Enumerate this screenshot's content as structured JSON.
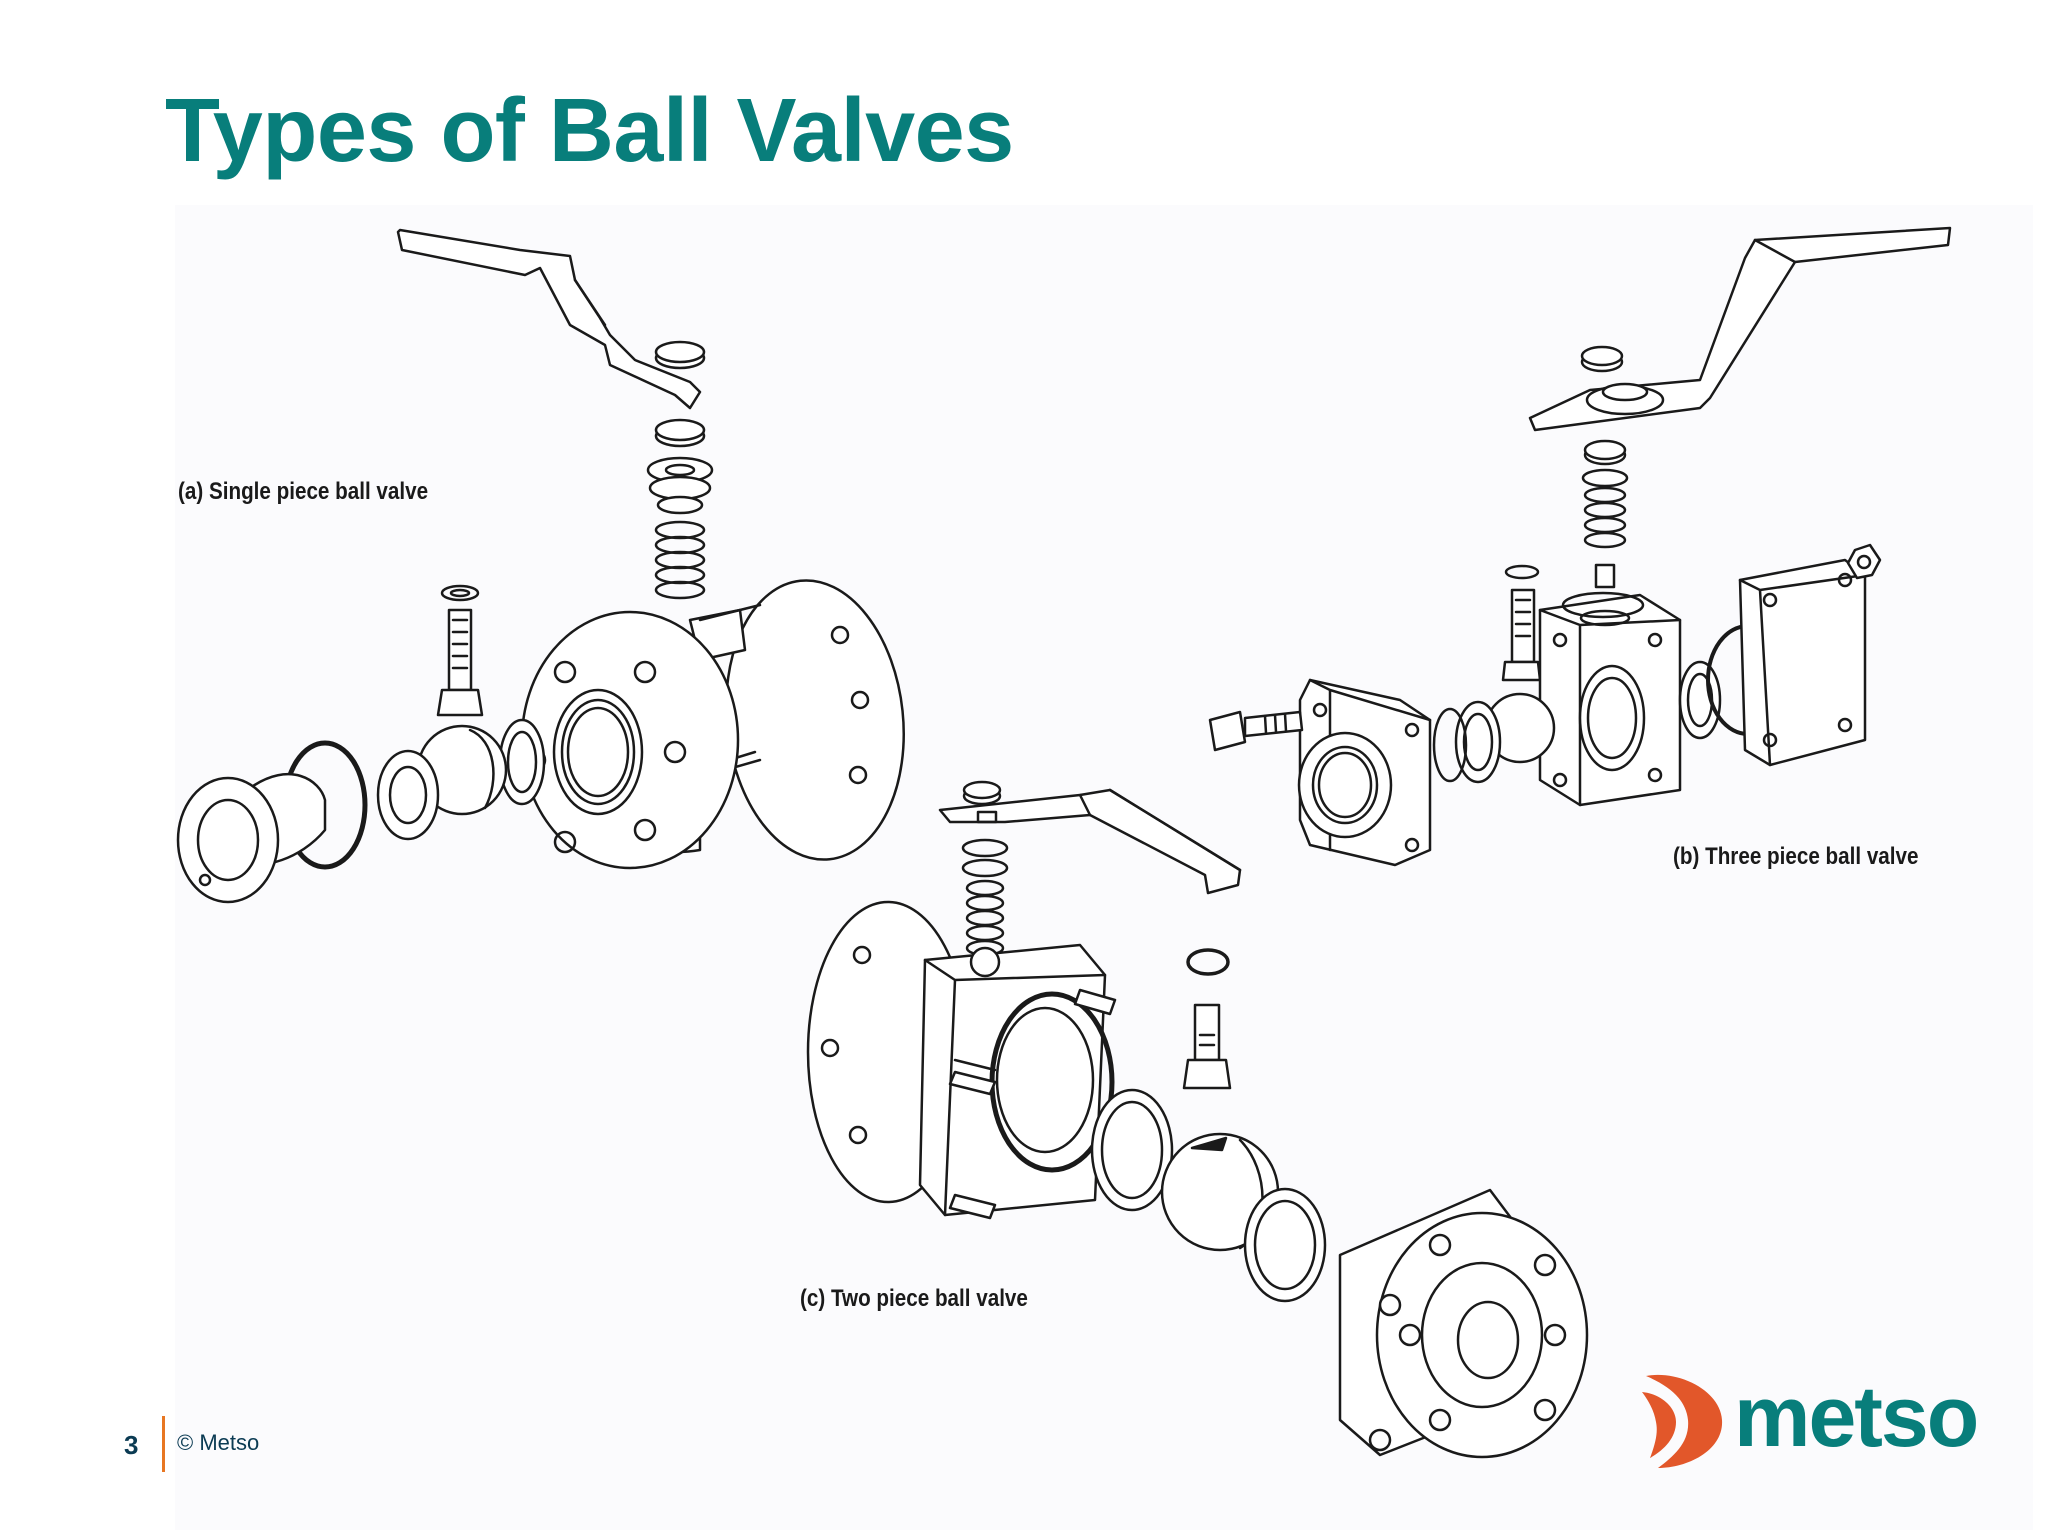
{
  "slide": {
    "title": "Types of Ball Valves",
    "captions": {
      "single": "(a) Single piece ball valve",
      "three": "(b) Three piece ball valve",
      "two": "(c) Two piece ball valve"
    }
  },
  "footer": {
    "page_number": "3",
    "copyright": "© Metso"
  },
  "logo": {
    "text": "metso",
    "colors": {
      "mark": "#e2572a",
      "text": "#087e7b"
    }
  },
  "colors": {
    "title": "#087e7b",
    "line_art": "#1a1a1a",
    "divider": "#e87722"
  }
}
